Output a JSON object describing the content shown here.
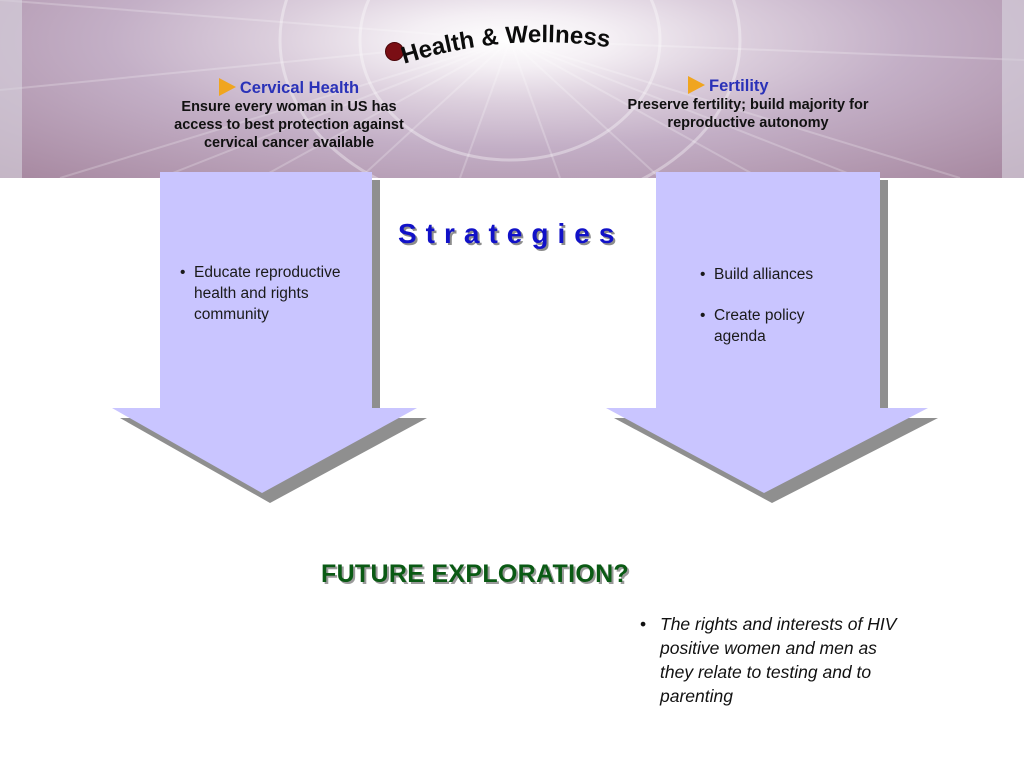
{
  "header": {
    "title": "Health & Wellness"
  },
  "panels": {
    "cervical": {
      "label": "Cervical Health",
      "text": "Ensure every woman in US has access to best protection against cervical cancer available"
    },
    "fertility": {
      "label": "Fertility",
      "text": "Preserve fertility; build majority for reproductive autonomy"
    }
  },
  "strategies": {
    "heading": "Strategies",
    "left_items": [
      "Educate reproductive health and rights community"
    ],
    "right_items": [
      "Build alliances",
      "Create policy agenda"
    ]
  },
  "future": {
    "heading": "FUTURE EXPLORATION?",
    "items": [
      "The rights and interests of HIV positive women and men as they relate to testing and to parenting"
    ]
  },
  "colors": {
    "arrow_fill": "#c9c5ff",
    "arrow_shadow": "#8f8f8f",
    "strategies_text": "#1111c8",
    "future_text": "#0a5a14",
    "panel_label": "#2a32b8",
    "bullet_marker": "#7a0e14",
    "triangle_marker": "#f0a51f"
  },
  "icons": {
    "title_marker": "dark-red-circle-bullet",
    "panel_marker": "orange-triangle-pointer"
  }
}
